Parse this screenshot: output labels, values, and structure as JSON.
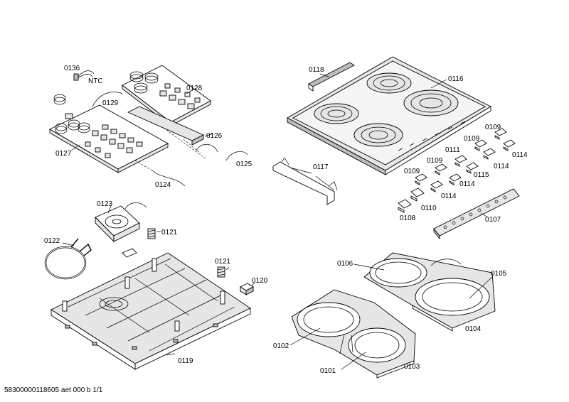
{
  "labels": {
    "p0136": "0136",
    "ntc": "NTC",
    "p0129": "0129",
    "p0128": "0128",
    "p0127": "0127",
    "p0126": "0126",
    "p0125": "0125",
    "p0124": "0124",
    "p0118": "0118",
    "p0116": "0116",
    "p0117": "0117",
    "p0109a": "0109",
    "p0109b": "0109",
    "p0109c": "0109",
    "p0109d": "0109",
    "p0111": "0111",
    "p0114a": "0114",
    "p0114b": "0114",
    "p0114c": "0114",
    "p0114d": "0114",
    "p0115": "0115",
    "p0110": "0110",
    "p0108": "0108",
    "p0107": "0107",
    "p0123": "0123",
    "p0121a": "0121",
    "p0121b": "0121",
    "p0122": "0122",
    "p0120": "0120",
    "p0119": "0119",
    "p0106": "0106",
    "p0105": "0105",
    "p0104": "0104",
    "p0102": "0102",
    "p0101": "0101",
    "p0103": "0103"
  },
  "footer": {
    "document_code": "58300000118605 aet 000 b 1/1"
  }
}
